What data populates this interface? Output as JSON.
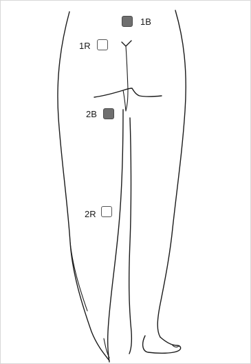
{
  "markers": [
    {
      "id": "1B",
      "label": "1B",
      "style": "filled"
    },
    {
      "id": "1R",
      "label": "1R",
      "style": "open"
    },
    {
      "id": "2B",
      "label": "2B",
      "style": "filled"
    },
    {
      "id": "2R",
      "label": "2R",
      "style": "open"
    }
  ],
  "colors": {
    "filled_marker": "#6f6f6f",
    "outline": "#1a1a1a"
  }
}
